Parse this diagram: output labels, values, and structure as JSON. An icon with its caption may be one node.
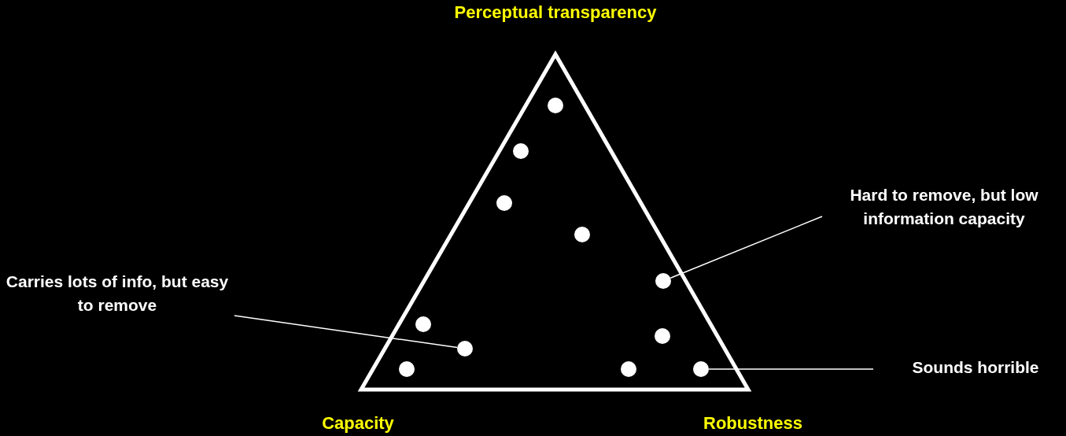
{
  "diagram": {
    "nodes": [
      {
        "text": [],
        "shape": "circle"
      },
      {
        "text": [],
        "shape": "circle"
      },
      {
        "text": [
          "Hard to remove, but low information capacity"
        ]
      },
      {
        "text": [],
        "shape": "circle"
      },
      {
        "text": [],
        "shape": "circle"
      },
      {
        "text": [],
        "shape": "circle"
      },
      {
        "text": [
          "Carries lots of info, but easy to remove"
        ]
      },
      {
        "text": [],
        "shape": "circle"
      },
      {
        "text": [],
        "shape": "circle"
      },
      {
        "text": [],
        "shape": "circle"
      },
      {
        "text": [
          "Sounds horrible"
        ]
      },
      {
        "text": [],
        "shape": "circle"
      },
      {
        "text": [],
        "shape": "circle"
      },
      {
        "text": [],
        "shape": "circle"
      }
    ],
    "edges": [
      {
        "from": 2,
        "to": 5,
        "arrow": "none"
      },
      {
        "from": 6,
        "to": 9,
        "arrow": "none"
      },
      {
        "from": 10,
        "to": 13,
        "arrow": "none"
      }
    ],
    "labels": [
      "Perceptual transparency",
      "Capacity",
      "Robustness"
    ]
  }
}
